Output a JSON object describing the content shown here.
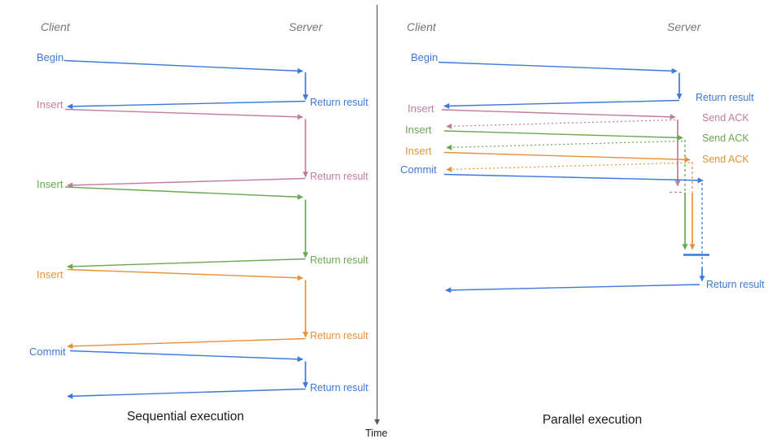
{
  "colors": {
    "blue": "#3c78d8",
    "pink": "#c27ba0",
    "green": "#6aa84f",
    "orange": "#e69138",
    "axis_gray": "#595959",
    "header_gray": "#757575",
    "title_black": "#1a1a1a"
  },
  "axis": {
    "label": "Time"
  },
  "sequential": {
    "title": "Sequential execution",
    "client_header": "Client",
    "server_header": "Server",
    "messages": [
      {
        "label": "Begin",
        "color": "blue",
        "response": "Return result"
      },
      {
        "label": "Insert",
        "color": "pink",
        "response": "Return result"
      },
      {
        "label": "Insert",
        "color": "green",
        "response": "Return result"
      },
      {
        "label": "Insert",
        "color": "orange",
        "response": "Return result"
      },
      {
        "label": "Commit",
        "color": "blue",
        "response": "Return result"
      }
    ]
  },
  "parallel": {
    "title": "Parallel execution",
    "client_header": "Client",
    "server_header": "Server",
    "messages": [
      {
        "label": "Begin",
        "color": "blue",
        "response": "Return result"
      },
      {
        "label": "Insert",
        "color": "pink",
        "response": "Send ACK"
      },
      {
        "label": "Insert",
        "color": "green",
        "response": "Send ACK"
      },
      {
        "label": "Insert",
        "color": "orange",
        "response": "Send ACK"
      },
      {
        "label": "Commit",
        "color": "blue",
        "response": "Return result"
      }
    ]
  }
}
